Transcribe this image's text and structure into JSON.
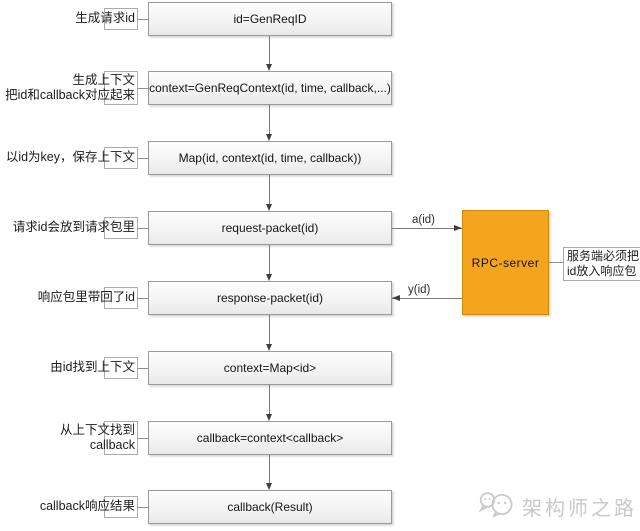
{
  "diagram": {
    "title_hint": "RPC client asynchronous callback flow",
    "flow_boxes": [
      {
        "label": "id=GenReqID",
        "note": "生成请求id"
      },
      {
        "label": "context=GenReqContext(id, time, callback,...)",
        "note": "生成上下文\n把id和callback对应起来"
      },
      {
        "label": "Map(id, context(id, time, callback))",
        "note": "以id为key，保存上下文"
      },
      {
        "label": "request-packet(id)",
        "note": "请求id会放到请求包里"
      },
      {
        "label": "response-packet(id)",
        "note": "响应包里带回了id"
      },
      {
        "label": "context=Map<id>",
        "note": "由id找到上下文"
      },
      {
        "label": "callback=context<callback>",
        "note": "从上下文找到\ncallback"
      },
      {
        "label": "callback(Result)",
        "note": "callback响应结果"
      }
    ],
    "rpc_server": {
      "label": "RPC-server",
      "request_arrow_label": "a(id)",
      "response_arrow_label": "y(id)",
      "note": "服务端必须把\nid放入响应包"
    },
    "watermark": {
      "brand": "架构师之路",
      "icon": "wechat-icon"
    },
    "colors": {
      "server_fill": "#F5A51D",
      "box_border": "#9a9a9a",
      "line": "#7a7a7a",
      "watermark": "#c9c9c9"
    }
  }
}
